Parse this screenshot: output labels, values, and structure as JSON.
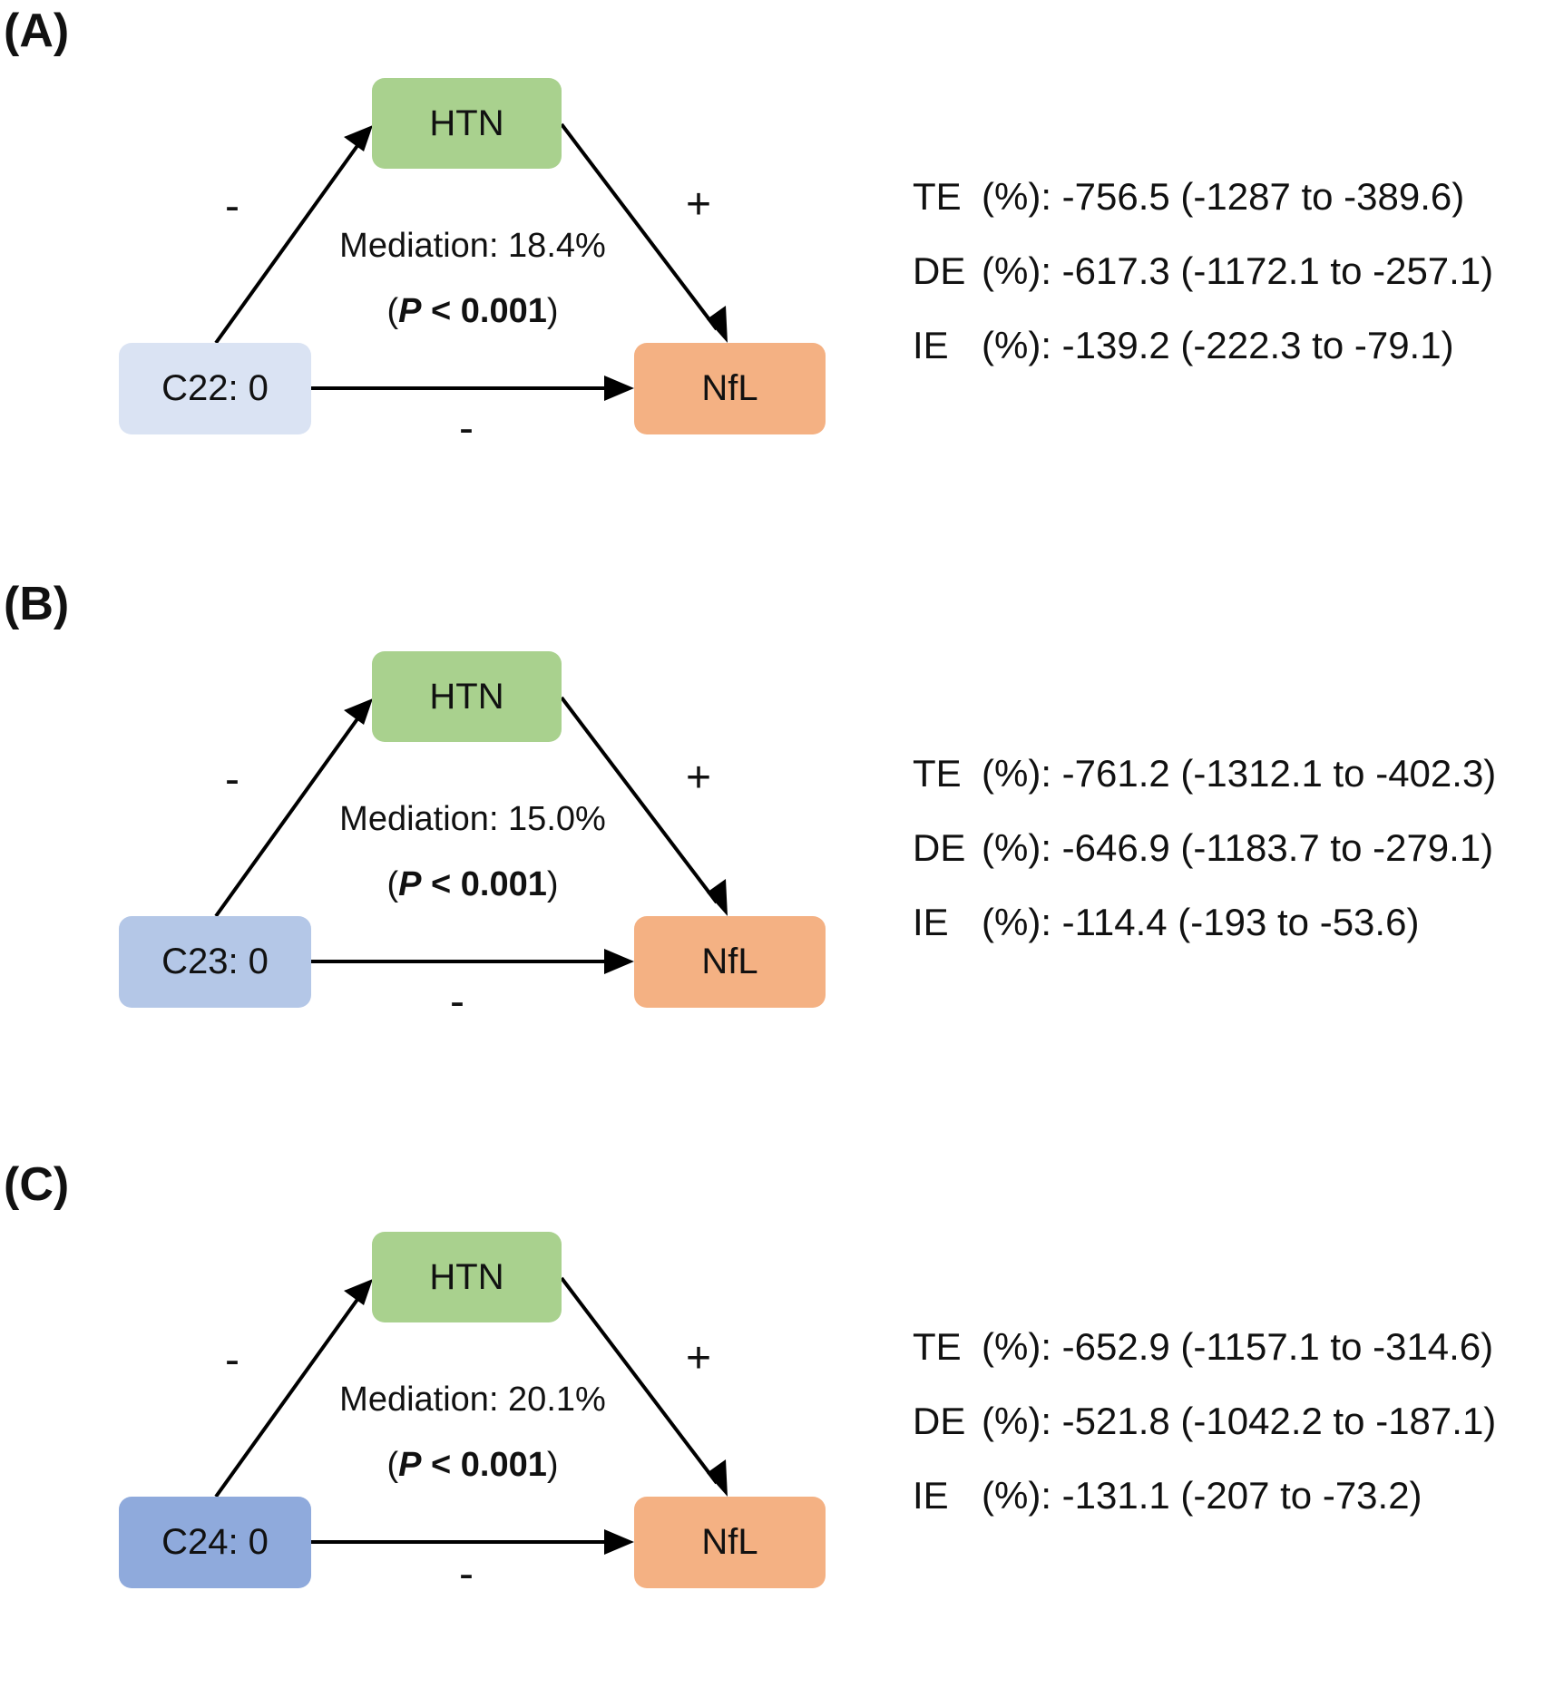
{
  "panels": [
    {
      "label": "(A)",
      "source": "C22: 0",
      "source_color": "#dae3f3",
      "mediator": "HTN",
      "outcome": "NfL",
      "mediator_color": "#a9d18e",
      "outcome_color": "#f4b183",
      "sign_source_mediator": "-",
      "sign_mediator_outcome": "+",
      "sign_source_outcome": "-",
      "mediation": "Mediation: 18.4%",
      "p_open": "(",
      "p_letter": "P",
      "p_rest": " < 0.001",
      "p_close": ")",
      "stats": [
        {
          "key": "TE",
          "value": "(%): -756.5 (-1287 to -389.6)"
        },
        {
          "key": "DE",
          "value": "(%): -617.3 (-1172.1 to -257.1)"
        },
        {
          "key": "IE",
          "value": "(%): -139.2 (-222.3 to -79.1)"
        }
      ]
    },
    {
      "label": "(B)",
      "source": "C23: 0",
      "source_color": "#b4c7e7",
      "mediator": "HTN",
      "outcome": "NfL",
      "mediator_color": "#a9d18e",
      "outcome_color": "#f4b183",
      "sign_source_mediator": "-",
      "sign_mediator_outcome": "+",
      "sign_source_outcome": "-",
      "mediation": "Mediation: 15.0%",
      "p_open": "(",
      "p_letter": "P",
      "p_rest": " < 0.001",
      "p_close": ")",
      "stats": [
        {
          "key": "TE",
          "value": "(%): -761.2 (-1312.1 to -402.3)"
        },
        {
          "key": "DE",
          "value": "(%): -646.9 (-1183.7 to -279.1)"
        },
        {
          "key": "IE",
          "value": "(%): -114.4 (-193 to -53.6)"
        }
      ]
    },
    {
      "label": "(C)",
      "source": "C24: 0",
      "source_color": "#8faadc",
      "mediator": "HTN",
      "outcome": "NfL",
      "mediator_color": "#a9d18e",
      "outcome_color": "#f4b183",
      "sign_source_mediator": "-",
      "sign_mediator_outcome": "+",
      "sign_source_outcome": "-",
      "mediation": "Mediation: 20.1%",
      "p_open": "(",
      "p_letter": "P",
      "p_rest": " < 0.001",
      "p_close": ")",
      "stats": [
        {
          "key": "TE",
          "value": "(%): -652.9 (-1157.1 to -314.6)"
        },
        {
          "key": "DE",
          "value": "(%): -521.8 (-1042.2 to -187.1)"
        },
        {
          "key": "IE",
          "value": "(%): -131.1 (-207 to -73.2)"
        }
      ]
    }
  ]
}
